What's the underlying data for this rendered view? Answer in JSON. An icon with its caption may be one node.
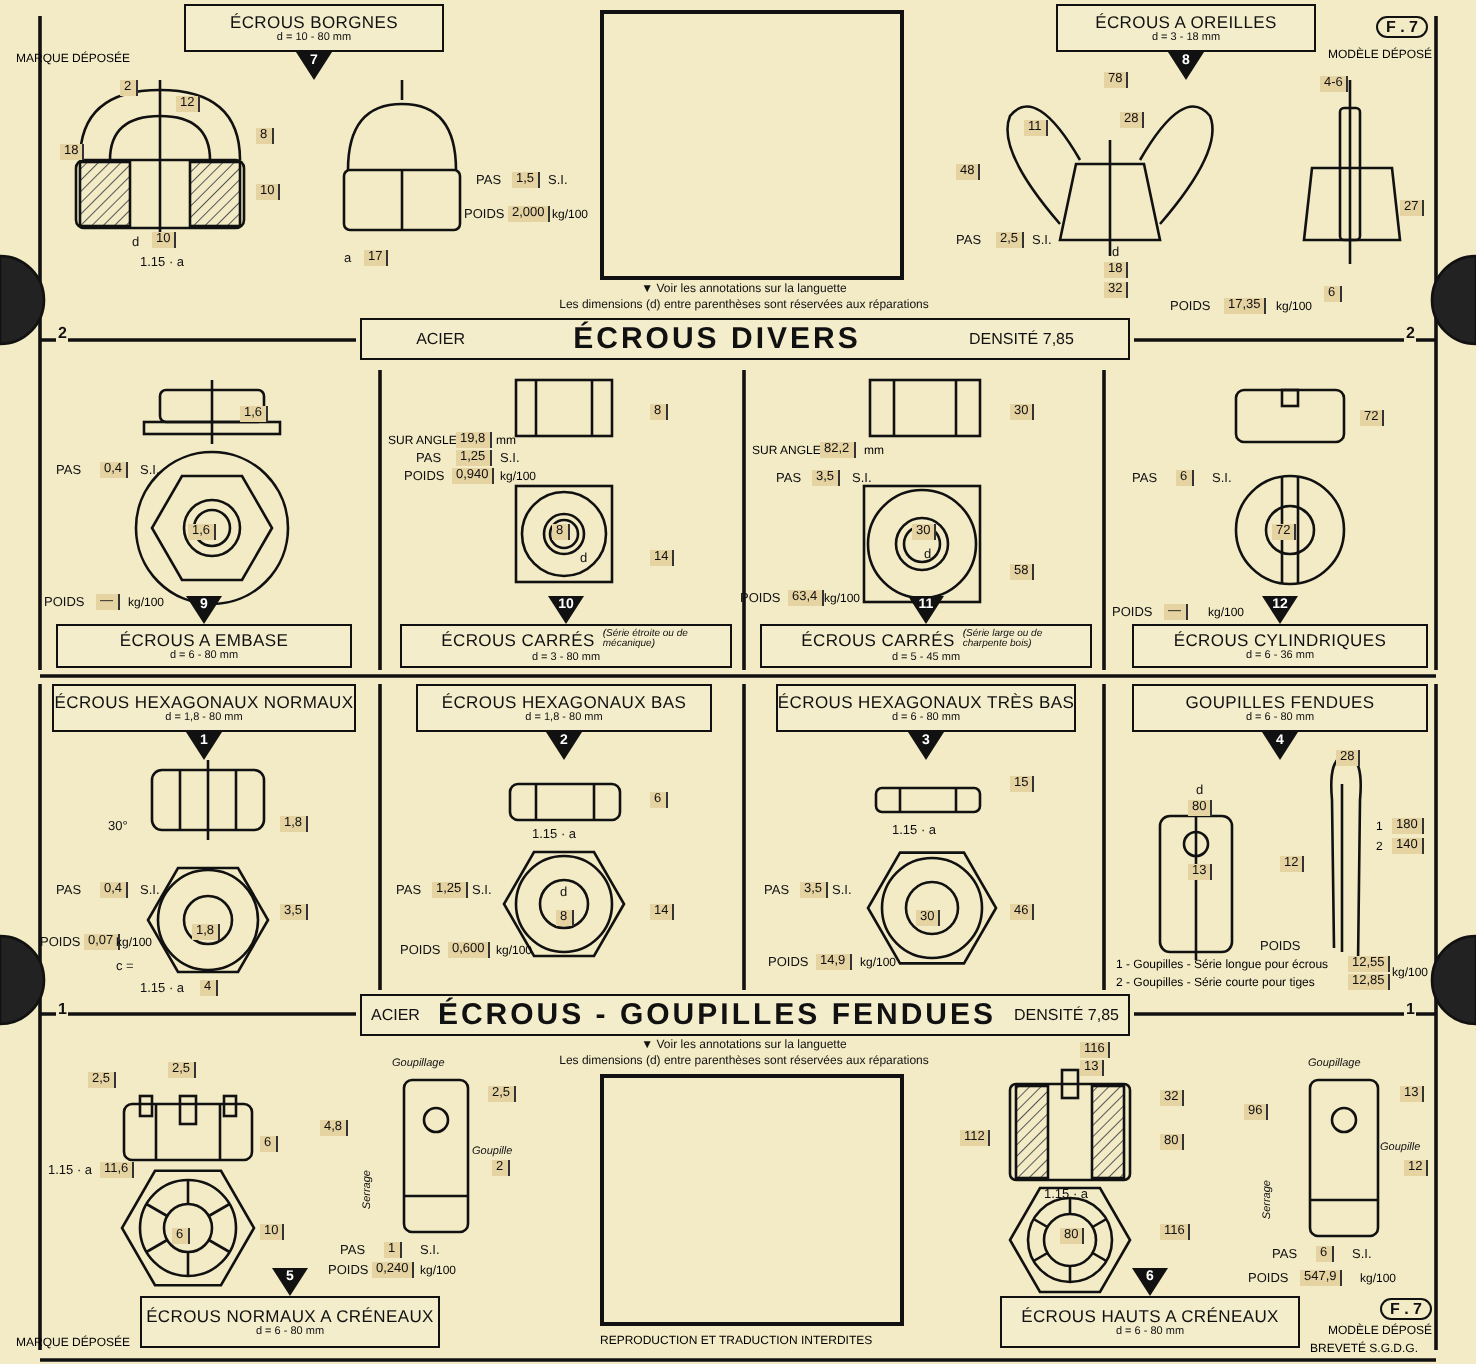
{
  "diagram": {
    "nodes": [
      {
        "text": [
          "ÉCROUS BORGNES",
          "d = 10 - 80 mm"
        ],
        "beside": [
          "7"
        ]
      },
      {
        "text": [],
        "shape": "box"
      },
      {
        "text": [
          "ÉCROUS A OREILLES",
          "d = 3 - 18 mm"
        ],
        "beside": [
          "8"
        ]
      },
      {
        "text": [
          "ACIER",
          "ÉCROUS DIVERS",
          "DENSITÉ 7,85"
        ]
      },
      {
        "text": [
          "ÉCROUS A EMBASE",
          "d = 6 - 80 mm"
        ],
        "beside": [
          "9"
        ]
      },
      {
        "text": [
          "ÉCROUS CARRÉS",
          "(Série étroite ou de mécanique)",
          "d = 3 - 80 mm"
        ],
        "beside": [
          "10"
        ]
      },
      {
        "text": [
          "ÉCROUS CARRÉS",
          "(Série large ou de charpente bois)",
          "d = 5 - 45 mm"
        ],
        "beside": [
          "11"
        ]
      },
      {
        "text": [
          "ÉCROUS CYLINDRIQUES",
          "d = 6 - 36 mm"
        ],
        "beside": [
          "12"
        ]
      },
      {
        "text": [
          "ÉCROUS HEXAGONAUX NORMAUX",
          "d = 1,8 - 80 mm"
        ],
        "beside": [
          "1"
        ]
      },
      {
        "text": [
          "ÉCROUS HEXAGONAUX BAS",
          "d = 1,8 - 80 mm"
        ],
        "beside": [
          "2"
        ]
      },
      {
        "text": [
          "ÉCROUS HEXAGONAUX TRÈS BAS",
          "d = 6 - 80 mm"
        ],
        "beside": [
          "3"
        ]
      },
      {
        "text": [
          "GOUPILLES FENDUES",
          "d = 6 - 80 mm"
        ],
        "beside": [
          "4"
        ]
      },
      {
        "text": [
          "ACIER",
          "ÉCROUS - GOUPILLES FENDUES",
          "DENSITÉ 7,85"
        ]
      },
      {
        "text": [
          "ÉCROUS NORMAUX A CRÉNEAUX",
          "d = 6 - 80 mm"
        ],
        "beside": [
          "5"
        ]
      },
      {
        "text": [],
        "shape": "box"
      },
      {
        "text": [
          "ÉCROUS HAUTS A CRÉNEAUX",
          "d = 6 - 80 mm"
        ],
        "beside": [
          "6"
        ]
      }
    ],
    "labels": [
      "MARQUE DÉPOSÉE",
      "2",
      "12",
      "18",
      "8",
      "10",
      "d",
      "10",
      "1.15 · a",
      "a",
      "17",
      "PAS",
      "1,5",
      "S.I.",
      "POIDS",
      "2,000",
      "kg/100",
      "F . 7",
      "MODÈLE DÉPOSÉ",
      "78",
      "11",
      "28",
      "48",
      "27",
      "PAS",
      "2,5",
      "S.I.",
      "d",
      "18",
      "32",
      "4-6",
      "6",
      "POIDS",
      "17,35",
      "kg/100",
      "▼ Voir les annotations sur la languette",
      "Les dimensions (d) entre parenthèses sont réservées aux réparations",
      "2",
      "2",
      "1,6",
      "PAS",
      "0,4",
      "S.I.",
      "1,6",
      "POIDS",
      "—",
      "kg/100",
      "8",
      "SUR ANGLE",
      "19,8",
      "mm",
      "PAS",
      "1,25",
      "S.I.",
      "POIDS",
      "0,940",
      "kg/100",
      "d",
      "8",
      "14",
      "30",
      "SUR ANGLE",
      "82,2",
      "mm",
      "PAS",
      "3,5",
      "S.I.",
      "30",
      "d",
      "58",
      "POIDS",
      "63,4",
      "kg/100",
      "72",
      "PAS",
      "6",
      "S.I.",
      "72",
      "POIDS",
      "—",
      "kg/100",
      "30°",
      "1,8",
      "PAS",
      "0,4",
      "S.I.",
      "3,5",
      "1,8",
      "POIDS",
      "0,07",
      "kg/100",
      "c =",
      "1.15 · a",
      "4",
      "6",
      "1.15 · a",
      "PAS",
      "1,25",
      "S.I.",
      "d",
      "8",
      "14",
      "POIDS",
      "0,600",
      "kg/100",
      "15",
      "1.15 · a",
      "PAS",
      "3,5",
      "S.I.",
      "30",
      "46",
      "POIDS",
      "14,9",
      "kg/100",
      "28",
      "d",
      "80",
      "13",
      "1",
      "180",
      "2",
      "140",
      "12",
      "POIDS",
      "1 - Goupilles - Série longue pour écrous",
      "12,55",
      "2 - Goupilles - Série courte pour tiges",
      "12,85",
      "kg/100",
      "1",
      "1",
      "▼ Voir les annotations sur la languette",
      "Les dimensions (d) entre parenthèses sont réservées aux réparations",
      "2,5",
      "2,5",
      "6",
      "1.15 · a",
      "11,6",
      "6",
      "10",
      "Goupillage",
      "2,5",
      "4,8",
      "Serrage",
      "Goupille",
      "2",
      "PAS",
      "1",
      "S.I.",
      "POIDS",
      "0,240",
      "kg/100",
      "MARQUE DÉPOSÉE",
      "116",
      "13",
      "32",
      "112",
      "80",
      "1.15 · a",
      "80",
      "116",
      "96",
      "Serrage",
      "Goupillage",
      "13",
      "Goupille",
      "12",
      "PAS",
      "6",
      "S.I.",
      "POIDS",
      "547,9",
      "kg/100",
      "F . 7",
      "MODÈLE DÉPOSÉ",
      "REPRODUCTION ET TRADUCTION INTERDITES",
      "BREVETÉ S.G.D.G."
    ]
  }
}
